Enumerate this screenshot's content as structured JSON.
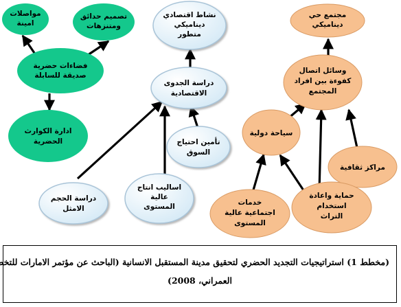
{
  "colors": {
    "green": "#14c88c",
    "blue": "#d6eaf6",
    "blue_edge": "#a9c4d8",
    "orange": "#f7c08f",
    "orange_edge": "#d99a63"
  },
  "nodes": {
    "green_safe_links": [
      "مواصلات",
      "امينة"
    ],
    "green_design_parks": [
      "تصميم حدائق",
      "ومتنزهات"
    ],
    "green_pedestrian_spaces": [
      "فضاءات حضرية",
      "صديقة للسابلة"
    ],
    "green_disaster_management": [
      "ادارة الكوارث",
      "الحضرية"
    ],
    "blue_dynamic_economy": [
      "نشاط اقتصادي",
      "ديناميكي",
      "متطور"
    ],
    "blue_feasibility_study": [
      "دراسة الجدوى",
      "الاقتصادية"
    ],
    "blue_market_needs": [
      "تأمين احتياج",
      "السوق"
    ],
    "blue_optimal_size": [
      "دراسة الحجم",
      "الامثل"
    ],
    "blue_production_methods": [
      "اساليب انتاج",
      "عالية",
      "المستوى"
    ],
    "orange_dynamic_community": [
      "مجتمع حي",
      "ديناميكي"
    ],
    "orange_communication": [
      "وسائل اتصال",
      "كفوءة بين افراد",
      "المجتمع"
    ],
    "orange_international_tourism": [
      "سياحة دولية"
    ],
    "orange_cultural_centers": [
      "مراكز ثقافية"
    ],
    "orange_social_services": [
      "خدمات",
      "اجتماعية عالية",
      "المستوى"
    ],
    "orange_heritage": [
      "حماية واعادة",
      "استخدام",
      "التراث"
    ]
  },
  "caption": {
    "line1": "(مخطط 1) استراتيجيات التجديد الحضري لتحقيق مدينة المستقبل الانسانية (الباحث عن مؤتمر الامارات للتخطيط",
    "line2": "العمراني، 2008)"
  }
}
